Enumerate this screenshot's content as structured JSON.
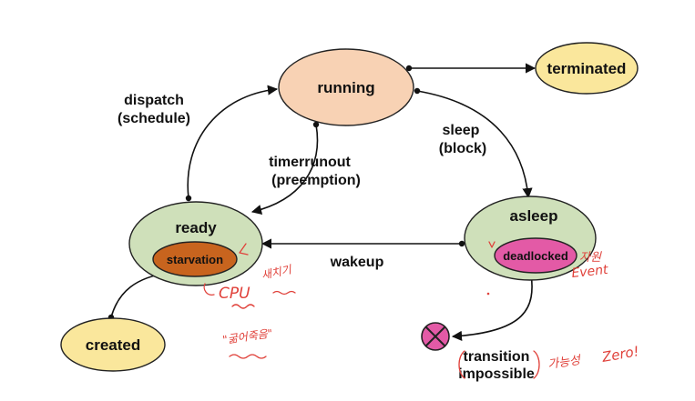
{
  "states": {
    "running": "running",
    "terminated": "terminated",
    "ready": "ready",
    "starvation": "starvation",
    "asleep": "asleep",
    "deadlocked": "deadlocked",
    "created": "created"
  },
  "transitions": {
    "dispatch": "dispatch",
    "schedule": "(schedule)",
    "timerrunout": "timerrunout",
    "preemption": "(preemption)",
    "sleep": "sleep",
    "block": "(block)",
    "wakeup": "wakeup",
    "transition": "transition",
    "impossible": "impossible"
  },
  "annotations": {
    "cpu": "CPU",
    "near_ready": "새치기",
    "quote": "\"굶어죽음\"",
    "event_korean": "자원",
    "event": "Event",
    "zero_korean": "가능성",
    "zero": "Zero!"
  },
  "colors": {
    "running": "#f8d2b4",
    "terminated": "#fae79c",
    "ready": "#cfe0ba",
    "starvation": "#c8641e",
    "asleep": "#cfe0ba",
    "deadlocked": "#e35aa6",
    "created": "#fae79c",
    "impossible_marker": "#e35aa6",
    "handwriting": "#e0413a"
  }
}
